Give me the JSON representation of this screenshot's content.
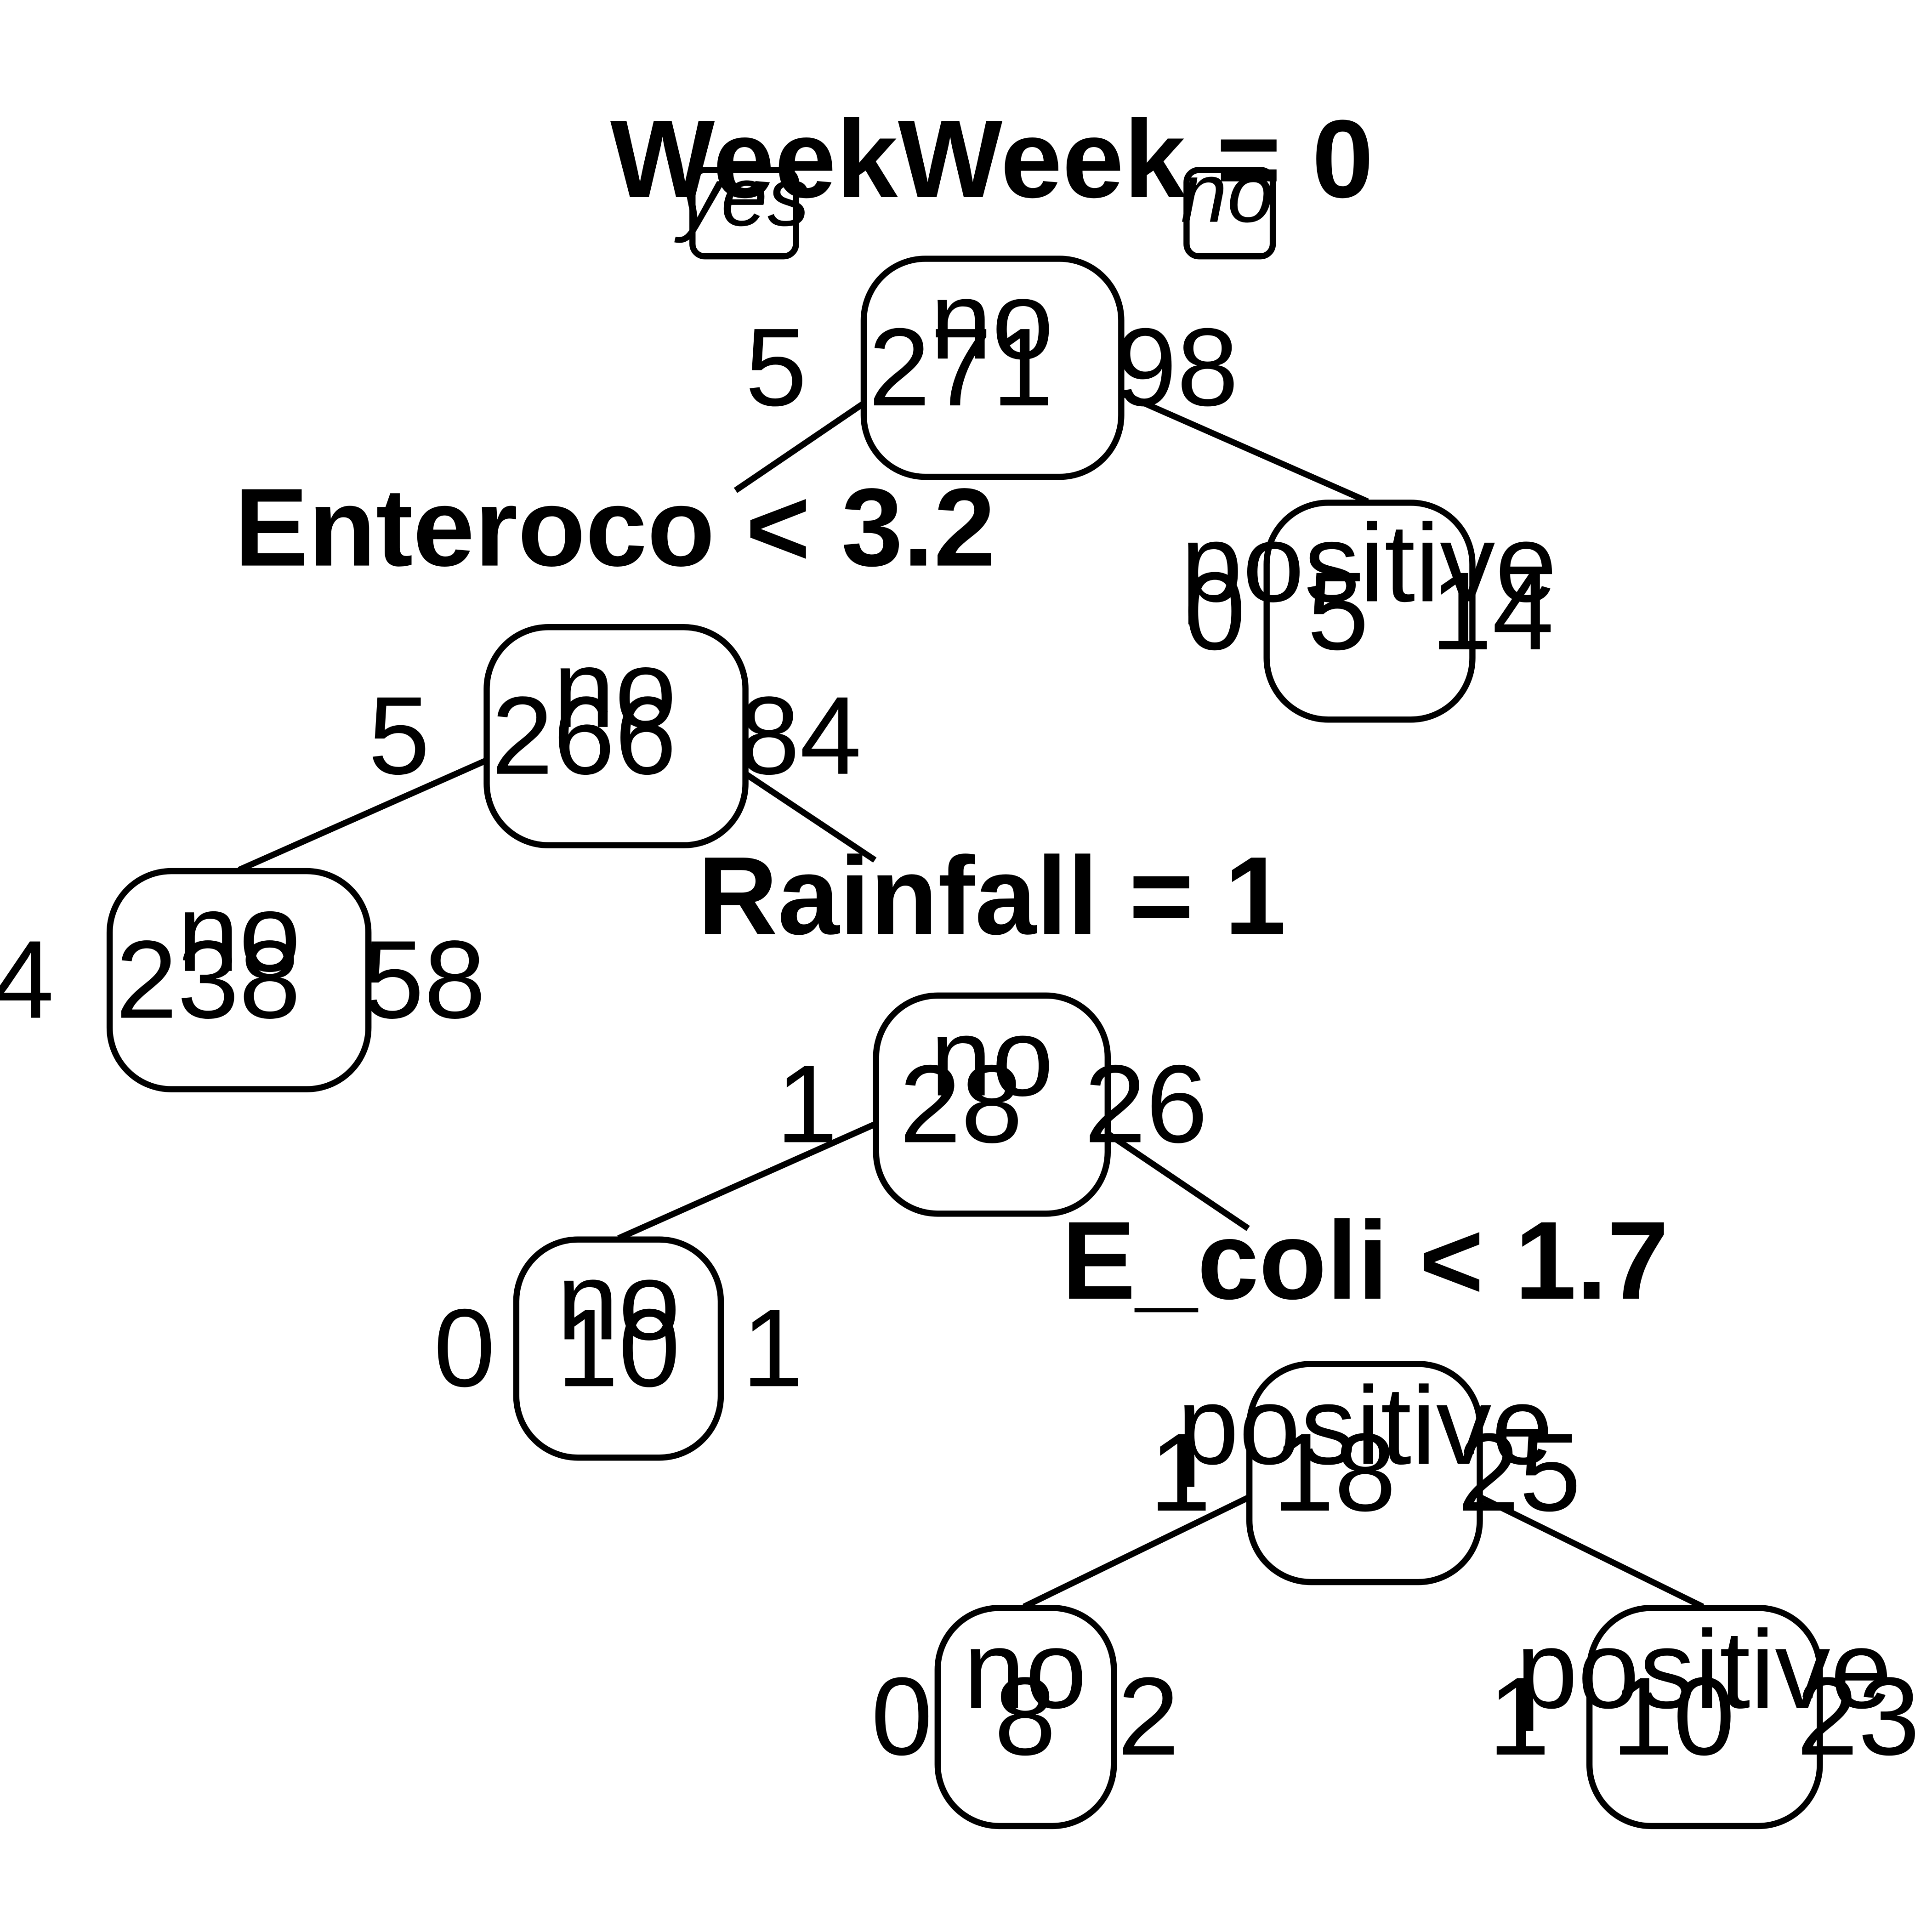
{
  "legend": {
    "left_branch": "yes",
    "right_branch": "no"
  },
  "splits": {
    "root": "WeekWeek = 0",
    "n2": "Enteroco < 3.2",
    "n5": "Rainfall = 1",
    "n11": "E_coli < 1.7"
  },
  "nodes": {
    "root": {
      "class": "no",
      "counts": "5  271  98"
    },
    "n2": {
      "class": "no",
      "counts": "5  266  84"
    },
    "n3": {
      "class": "positive",
      "counts": "0  5  14"
    },
    "n4": {
      "class": "no",
      "counts": "4  238  58"
    },
    "n5": {
      "class": "no",
      "counts": "1  28  26"
    },
    "n10": {
      "class": "no",
      "counts": "0  10  1"
    },
    "n11": {
      "class": "positive",
      "counts": "1  18  25"
    },
    "n22": {
      "class": "no",
      "counts": "0  8  2"
    },
    "n23": {
      "class": "positive",
      "counts": "1  10  23"
    }
  }
}
